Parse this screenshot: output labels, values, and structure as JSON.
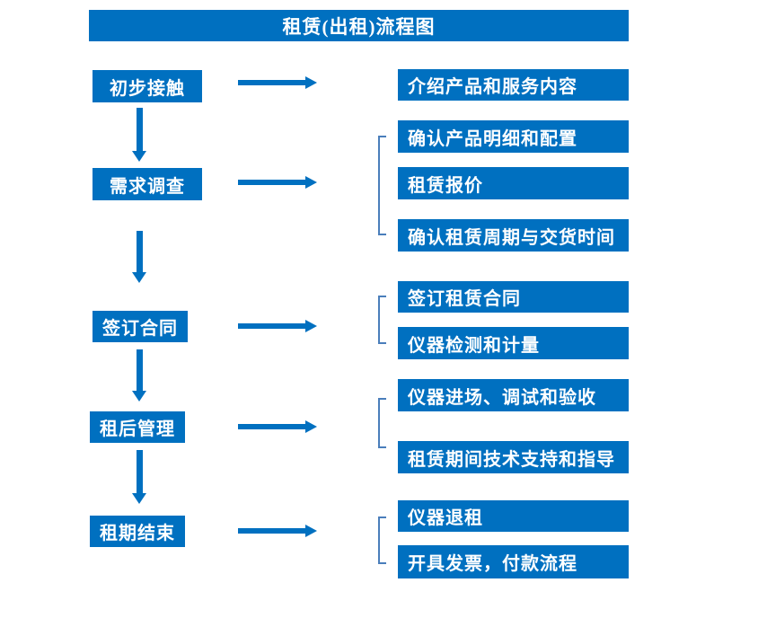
{
  "title": "租赁(出租)流程图",
  "colors": {
    "box_blue": "#0070C0",
    "bracket_blue": "#4A7EBB",
    "text_white": "#FFFFFF",
    "background": "#FFFFFF"
  },
  "steps": [
    {
      "label": "初步接触",
      "details": [
        "介绍产品和服务内容"
      ]
    },
    {
      "label": "需求调查",
      "details": [
        "确认产品明细和配置",
        "租赁报价",
        "确认租赁周期与交货时间"
      ]
    },
    {
      "label": "签订合同",
      "details": [
        "签订租赁合同",
        "仪器检测和计量"
      ]
    },
    {
      "label": "租后管理",
      "details": [
        "仪器进场、调试和验收",
        "租赁期间技术支持和指导"
      ]
    },
    {
      "label": "租期结束",
      "details": [
        "仪器退租",
        "开具发票，付款流程"
      ]
    }
  ]
}
